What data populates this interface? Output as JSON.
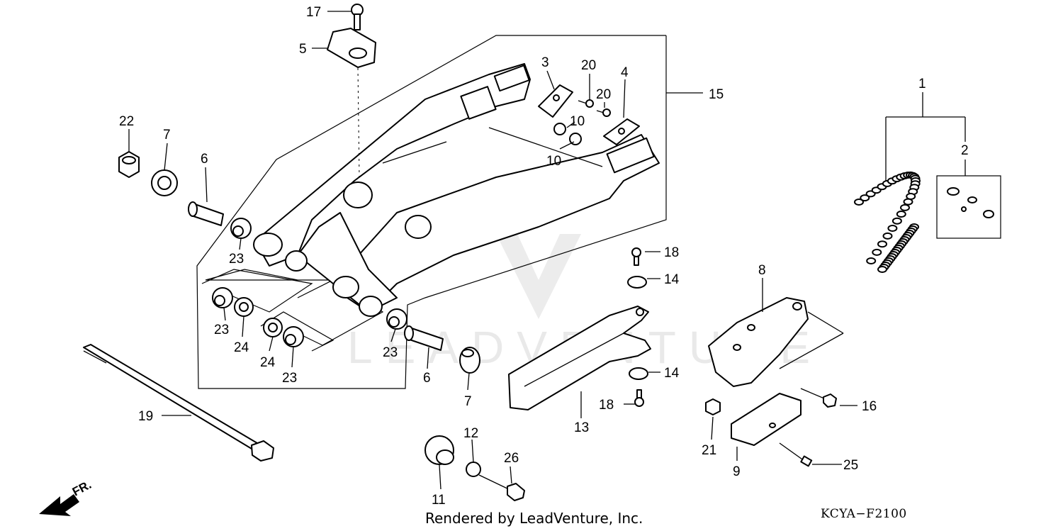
{
  "watermark": "LEADVENTURE",
  "credit": "Rendered by LeadVenture, Inc.",
  "diagram_code": "KCYA−F2100",
  "direction_label": "FR.",
  "callouts": {
    "c1": "1",
    "c2": "2",
    "c3": "3",
    "c4": "4",
    "c5": "5",
    "c6a": "6",
    "c6b": "6",
    "c7a": "7",
    "c7b": "7",
    "c8": "8",
    "c9": "9",
    "c10a": "10",
    "c10b": "10",
    "c11": "11",
    "c12": "12",
    "c13": "13",
    "c14a": "14",
    "c14b": "14",
    "c15": "15",
    "c16": "16",
    "c17": "17",
    "c18a": "18",
    "c18b": "18",
    "c19": "19",
    "c20a": "20",
    "c20b": "20",
    "c21": "21",
    "c22": "22",
    "c23a": "23",
    "c23b": "23",
    "c23c": "23",
    "c23d": "23",
    "c24a": "24",
    "c24b": "24",
    "c25": "25",
    "c26": "26"
  }
}
